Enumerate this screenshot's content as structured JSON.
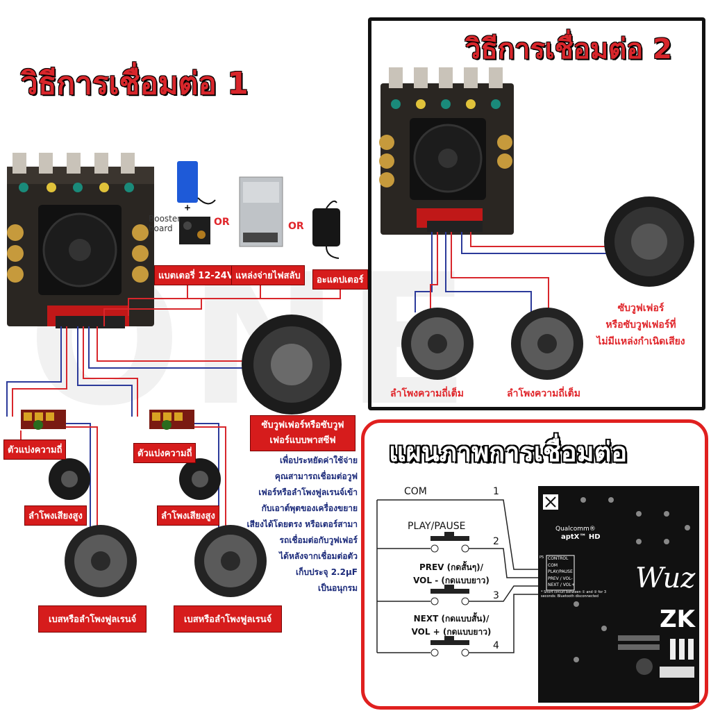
{
  "titles": {
    "method1": "วิธีการเชื่อมต่อ 1",
    "method2": "วิธีการเชื่อมต่อ 2",
    "diagram": "แผนภาพการเชื่อมต่อ"
  },
  "power": {
    "booster_label": "Booster\nboard",
    "or1": "OR",
    "or2": "OR",
    "battery": "แบตเตอรี่ 12-24V",
    "psu": "แหล่งจ่ายไฟสลับ",
    "adapter": "อะแดปเตอร์"
  },
  "method1": {
    "crossover_left": "ตัวแบ่งความถี่",
    "crossover_right": "ตัวแบ่งความถี่",
    "tweeter_left": "ลำโพงเสียงสูง",
    "tweeter_right": "ลำโพงเสียงสูง",
    "woofer_left": "เบสหรือลำโพงฟูลเรนจ์",
    "woofer_right": "เบสหรือลำโพงฟูลเรนจ์",
    "sub_label": "ซับวูฟเฟอร์หรือซับวูฟเฟอร์แบบพาสซีฟ",
    "note_lines": [
      "เพื่อประหยัดค่าใช้จ่าย",
      "คุณสามารถเชื่อมต่อวูฟ",
      "เฟอร์หรือลำโพงฟูลเรนจ์เข้า",
      "กับเอาต์พุตของเครื่องขยาย",
      "เสียงได้โดยตรง หรือเตอร์สามา",
      "รถเชื่อมต่อกับวูฟเฟอร์",
      "ได้หลังจากเชื่อมต่อตัว",
      "เก็บประจุ 2.2µF",
      "เป็นอนุกรม"
    ]
  },
  "method2": {
    "sub_lines": [
      "ซับวูฟเฟอร์",
      "หรือซับวูฟเฟอร์ที่",
      "ไม่มีแหล่งกำเนิดเสียง"
    ],
    "full_left": "ลำโพงความถี่เต็ม",
    "full_right": "ลำโพงความถี่เต็ม"
  },
  "wiring": {
    "com": "COM",
    "n1": "1",
    "play": "PLAY/PAUSE",
    "n2": "2",
    "prev1": "PREV (กดสั้นๆ)/",
    "prev2": "VOL - (กดแบบยาว)",
    "n3": "3",
    "next1": "NEXT (กดแบบสั้น)/",
    "next2": "VOL + (กดแบบยาว)",
    "n4": "4"
  },
  "board": {
    "brand": "Qualcomm®",
    "aptx": "aptX™ HD",
    "pins": [
      "CONTROL",
      "COM",
      "PLAY/PAUSE",
      "PREV / VOL-",
      "NEXT / VOL+"
    ],
    "pin_prefix": "P5",
    "note": "* Short circuit between ① and ② for 3 seconds: Bluetooth disconnected",
    "script": "Wuz",
    "model": "ZK"
  },
  "colors": {
    "accent_red": "#d61c1c",
    "wire_blue": "#2b3a9a",
    "wire_red": "#d8262b"
  }
}
